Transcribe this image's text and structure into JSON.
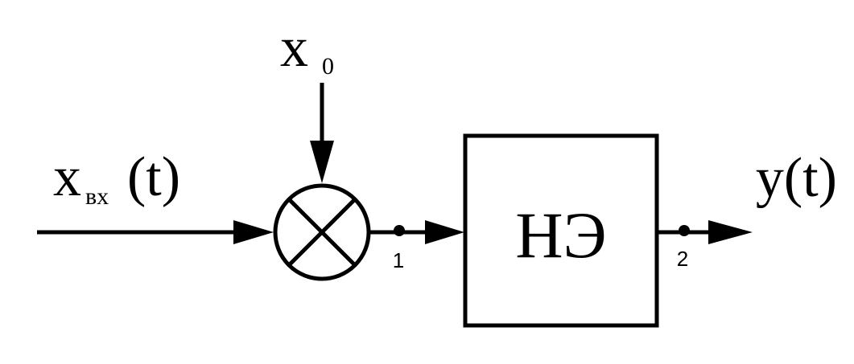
{
  "colors": {
    "stroke": "#000000",
    "background": "#ffffff"
  },
  "labels": {
    "input_symbol": "x",
    "input_subscript": "вх",
    "input_argument": "(t)",
    "offset_symbol": "x",
    "offset_subscript": "0",
    "output": "y(t)",
    "block": "НЭ",
    "node_1": "1",
    "node_2": "2"
  }
}
